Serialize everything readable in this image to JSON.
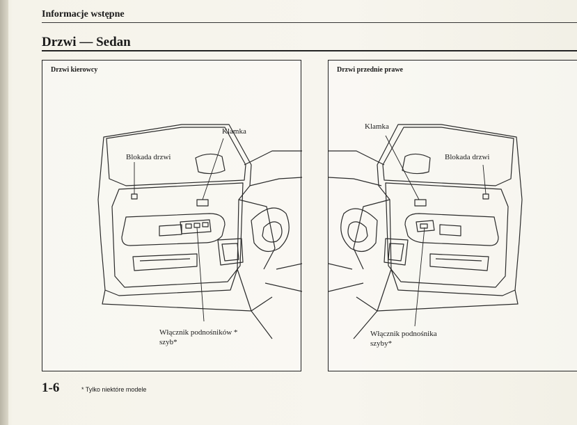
{
  "header": {
    "label": "Informacje wstępne"
  },
  "section": {
    "title": "Drzwi — Sedan"
  },
  "panels": {
    "left": {
      "title": "Drzwi kierowcy",
      "callouts": {
        "handle": "Klamka",
        "lock": "Blokada drzwi",
        "window_switch_line1": "Włącznik podnośników *",
        "window_switch_line2": "szyb*"
      }
    },
    "right": {
      "title": "Drzwi przednie prawe",
      "callouts": {
        "handle": "Klamka",
        "lock": "Blokada drzwi",
        "window_switch_line1": "Włącznik podnośnika",
        "window_switch_line2": "szyby*"
      }
    }
  },
  "footer": {
    "page_number": "1-6",
    "footnote": "* Tylko niektóre modele"
  }
}
